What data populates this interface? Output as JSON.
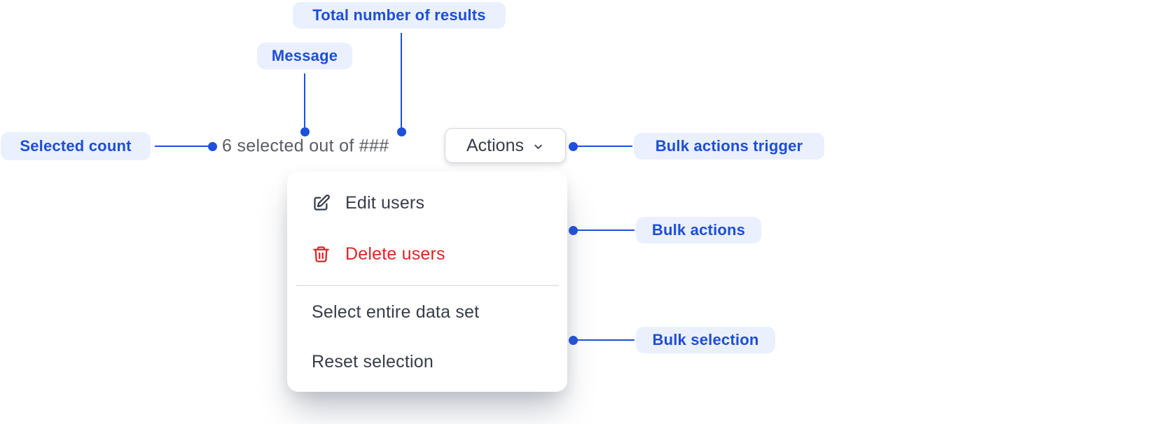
{
  "annotations": {
    "total_results": "Total number of results",
    "message": "Message",
    "selected_count": "Selected count",
    "bulk_actions_trigger": "Bulk actions trigger",
    "bulk_actions": "Bulk actions",
    "bulk_selection": "Bulk selection"
  },
  "toolbar": {
    "selection_message": "6 selected out of ###",
    "actions_button_label": "Actions"
  },
  "menu": {
    "items": [
      {
        "label": "Edit users",
        "icon": "edit-icon",
        "variant": "default"
      },
      {
        "label": "Delete users",
        "icon": "trash-icon",
        "variant": "danger"
      },
      {
        "label": "Select entire data set",
        "icon": null,
        "variant": "default"
      },
      {
        "label": "Reset selection",
        "icon": null,
        "variant": "default"
      }
    ]
  },
  "colors": {
    "annotation_text": "#1d4ed8",
    "annotation_bg": "#eaf0fd",
    "connector": "#1e4fdd",
    "danger_text": "#dd2525",
    "menu_text": "#363c49",
    "muted_message_text": "#595d63"
  }
}
